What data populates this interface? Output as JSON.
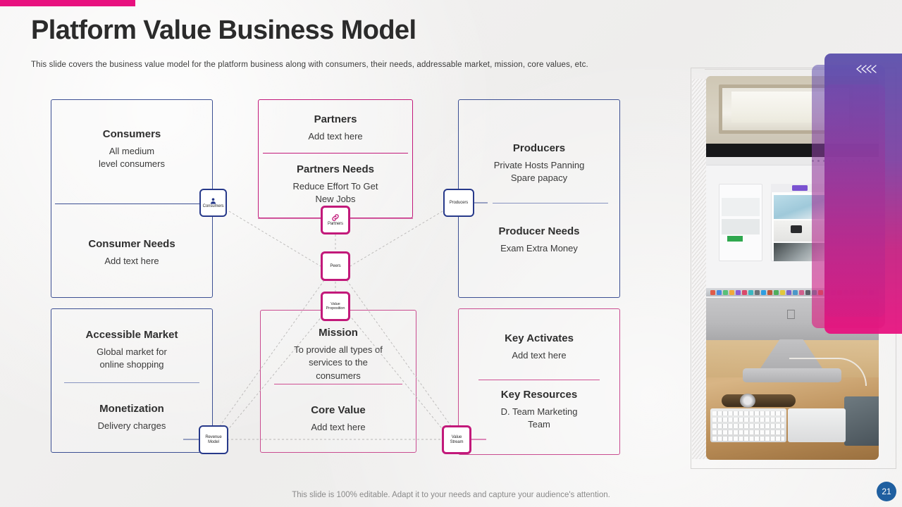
{
  "header": {
    "title": "Platform Value Business Model",
    "subtitle": "This slide covers the business value model for the platform business along with consumers, their needs, addressable market, mission, core values, etc."
  },
  "cards": {
    "consumers": {
      "top_title": "Consumers",
      "top_body": "All medium\nlevel consumers",
      "bottom_title": "Consumer Needs",
      "bottom_body": "Add text here"
    },
    "partners": {
      "top_title": "Partners",
      "top_body": "Add text here",
      "bottom_title": "Partners Needs",
      "bottom_body": "Reduce Effort To Get\nNew Jobs"
    },
    "producers": {
      "top_title": "Producers",
      "top_body": "Private Hosts Panning\nSpare papacy",
      "bottom_title": "Producer Needs",
      "bottom_body": "Exam Extra Money"
    },
    "accessible_market": {
      "top_title": "Accessible Market",
      "top_body": "Global market for\nonline shopping",
      "bottom_title": "Monetization",
      "bottom_body": "Delivery charges"
    },
    "mission": {
      "top_title": "Mission",
      "top_body": "To provide  all types of\nservices to the\nconsumers",
      "bottom_title": "Core Value",
      "bottom_body": "Add text here"
    },
    "key_activates": {
      "top_title": "Key Activates",
      "top_body": "Add text here",
      "bottom_title": "Key Resources",
      "bottom_body": "D. Team Marketing\nTeam"
    }
  },
  "badges": {
    "consumers": "Consumers",
    "producers": "Producers",
    "partners": "Partners",
    "peers": "Peers",
    "value_proposition": "Value\nProposition",
    "revenue_model": "Revenue\nModel",
    "value_stream": "Value\nStream"
  },
  "icons": {
    "consumer_person": "person-icon",
    "partner_link": "link-icon",
    "chevrons": "chevrons-left-icon"
  },
  "footer": {
    "note": "This slide is 100% editable. Adapt it to your needs and capture your audience's attention.",
    "page_number": "21"
  },
  "colors": {
    "accent_pink": "#e8117f",
    "deep_pink": "#c2197a",
    "navy": "#3c4f93",
    "badge_navy": "#27398a",
    "page_badge": "#1f5fa0",
    "background": "#f2f1f0"
  }
}
